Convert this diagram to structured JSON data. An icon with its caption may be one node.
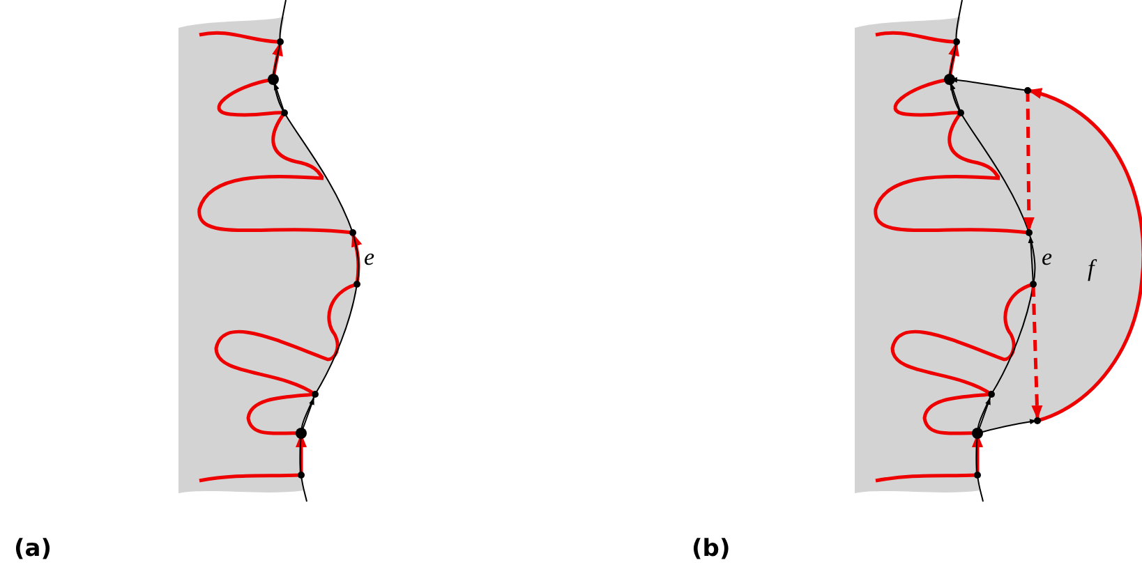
{
  "diagram": {
    "labels": [
      "e",
      "e",
      "f",
      "(a)",
      "(b)"
    ]
  }
}
